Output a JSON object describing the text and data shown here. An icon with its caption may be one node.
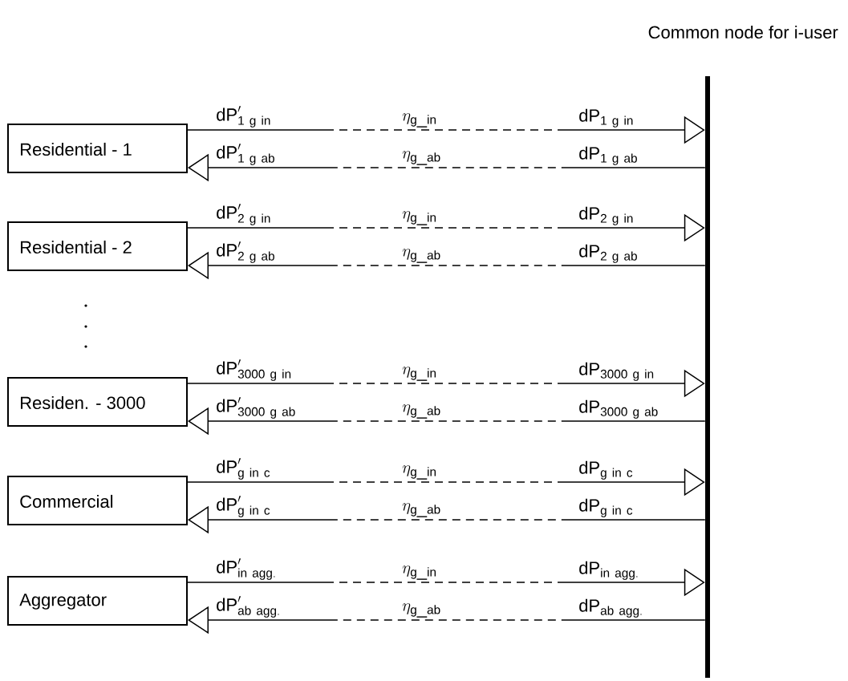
{
  "diagram": {
    "nodes": [
      {
        "text": [
          "Residential - 1"
        ]
      },
      {
        "text": [
          "Residential - 2"
        ]
      },
      {
        "text": [
          "Residen. - 3000"
        ]
      },
      {
        "text": [
          "Commercial"
        ]
      },
      {
        "text": [
          "Aggregator"
        ]
      },
      {
        "text": [
          "Common node for i-user"
        ]
      }
    ],
    "edges": [
      {
        "from": 0,
        "to": 5,
        "arrow": "to",
        "label": "\\eta_{\\mathrm{g\\_in}}"
      },
      {
        "from": 5,
        "to": 0,
        "arrow": "to",
        "label": "\\eta_{\\mathrm{g\\_ab}}"
      },
      {
        "from": 1,
        "to": 5,
        "arrow": "to",
        "label": "\\eta_{\\mathrm{g\\_in}}"
      },
      {
        "from": 5,
        "to": 1,
        "arrow": "to",
        "label": "\\eta_{\\mathrm{g\\_ab}}"
      },
      {
        "from": 2,
        "to": 5,
        "arrow": "to",
        "label": "\\eta_{\\mathrm{g\\_in}}"
      },
      {
        "from": 5,
        "to": 2,
        "arrow": "to",
        "label": "\\eta_{\\mathrm{g\\_ab}}"
      },
      {
        "from": 3,
        "to": 5,
        "arrow": "to",
        "label": "\\eta_{\\mathrm{g\\_in}}"
      },
      {
        "from": 5,
        "to": 3,
        "arrow": "to",
        "label": "\\eta_{\\mathrm{g\\_ab}}"
      },
      {
        "from": 4,
        "to": 5,
        "arrow": "to",
        "label": "\\eta_{\\mathrm{g\\_in}}"
      },
      {
        "from": 5,
        "to": 4,
        "arrow": "to",
        "label": "\\eta_{\\mathrm{g\\_ab}}"
      }
    ],
    "labels": [
      "\\mathrm{dP}'_{\\mathrm{1\\ g\\ in}}",
      "\\mathrm{dP}_{\\mathrm{1\\ g\\ in}}",
      "\\mathrm{dP}'_{\\mathrm{1\\ g\\ ab}}",
      "\\mathrm{dP}_{\\mathrm{1\\ g\\ ab}}",
      "\\mathrm{dP}'_{\\mathrm{2\\ g\\ in}}",
      "\\mathrm{dP}_{\\mathrm{2\\ g\\ in}}",
      "\\mathrm{dP}'_{\\mathrm{2\\ g\\ ab}}",
      "\\mathrm{dP}_{\\mathrm{2\\ g\\ ab}}",
      "\\mathrm{dP}'_{\\mathrm{3000\\ g\\ in}}",
      "\\mathrm{dP}_{\\mathrm{3000\\ g\\ in}}",
      "\\mathrm{dP}'_{\\mathrm{3000\\ g\\ ab}}",
      "\\mathrm{dP}_{\\mathrm{3000\\ g\\ ab}}",
      "\\mathrm{dP}'_{\\mathrm{g\\ in\\ c}}",
      "\\mathrm{dP}_{\\mathrm{g\\ in\\ c}}",
      "\\mathrm{dP}'_{\\mathrm{g\\ in\\ c}}",
      "\\mathrm{dP}_{\\mathrm{g\\ in\\ c}}",
      "\\mathrm{dP}'_{\\mathrm{in\\ agg.}}",
      "\\mathrm{dP}_{\\mathrm{in\\ agg.}}",
      "\\mathrm{dP}'_{\\mathrm{ab\\ agg.}}",
      "\\mathrm{dP}_{\\mathrm{ab\\ agg.}}"
    ]
  }
}
